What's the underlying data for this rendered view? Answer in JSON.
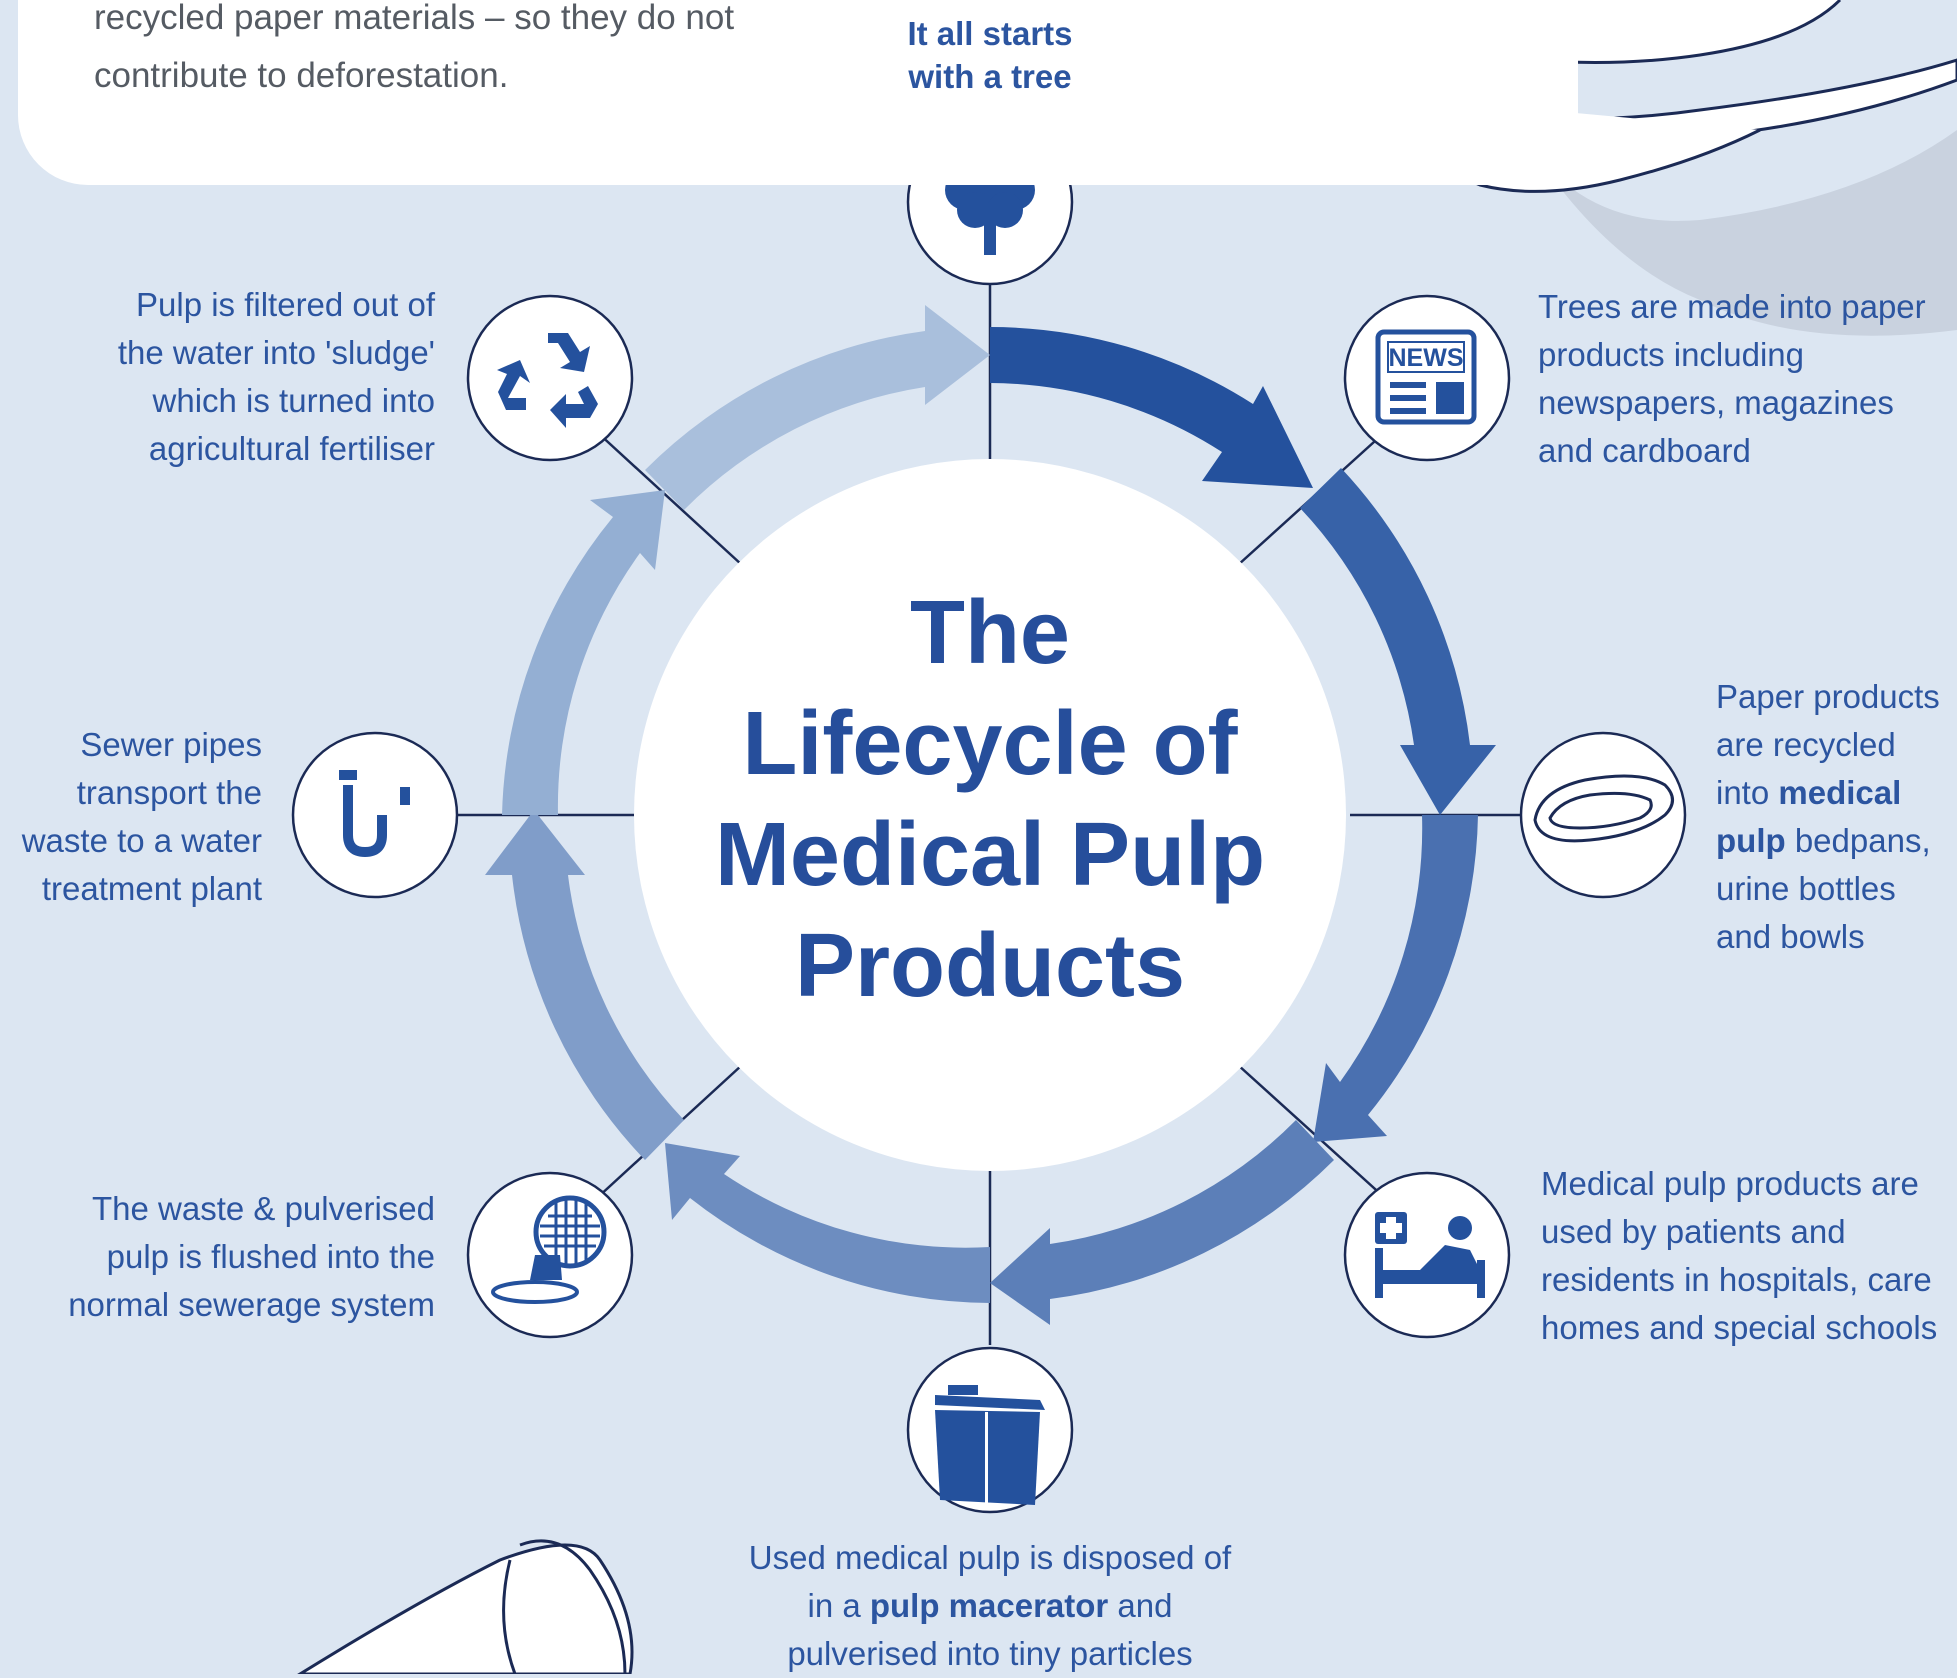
{
  "intro": {
    "line1": "recycled paper materials – so they do not",
    "line2": "contribute to deforestation."
  },
  "start": {
    "line1": "It all starts",
    "line2": "with a tree"
  },
  "hub": {
    "line1": "The",
    "line2": "Lifecycle of",
    "line3": "Medical Pulp",
    "line4": "Products"
  },
  "steps": {
    "paper": {
      "icon_text": "NEWS",
      "line1": "Trees are made into paper",
      "line2": "products including",
      "line3": "newspapers, magazines",
      "line4": "and cardboard"
    },
    "recycled": {
      "line1": "Paper products",
      "line2": "are recycled",
      "line3a": "into ",
      "line3b": "medical",
      "line4a": "pulp",
      "line4b": " bedpans,",
      "line5": "urine bottles",
      "line6": "and bowls"
    },
    "used": {
      "line1": "Medical pulp products are",
      "line2": "used by patients and",
      "line3": "residents in hospitals, care",
      "line4": "homes and special schools"
    },
    "disposed": {
      "line1": "Used medical pulp is disposed of",
      "line2a": "in a ",
      "line2b": "pulp macerator",
      "line2c": " and",
      "line3": "pulverised into tiny particles"
    },
    "flushed": {
      "line1": "The waste & pulverised",
      "line2": "pulp is flushed into the",
      "line3": "normal sewerage system"
    },
    "sewer": {
      "line1": "Sewer pipes",
      "line2": "transport the",
      "line3": "waste to a water",
      "line4": "treatment plant"
    },
    "filtered": {
      "line1": "Pulp is filtered out of",
      "line2": "the water into 'sludge'",
      "line3": "which is turned into",
      "line4": "agricultural fertiliser"
    }
  },
  "colors": {
    "background": "#dce6f2",
    "text": "#2c55a0",
    "title": "#264e9b",
    "arrow_1": "#24519d",
    "arrow_2": "#3762a8",
    "arrow_3": "#4a70b0",
    "arrow_4": "#5c7fb8",
    "arrow_5": "#6d8dc0",
    "arrow_6": "#809dc9",
    "arrow_7": "#94afd3",
    "arrow_8": "#a9bfdc"
  }
}
